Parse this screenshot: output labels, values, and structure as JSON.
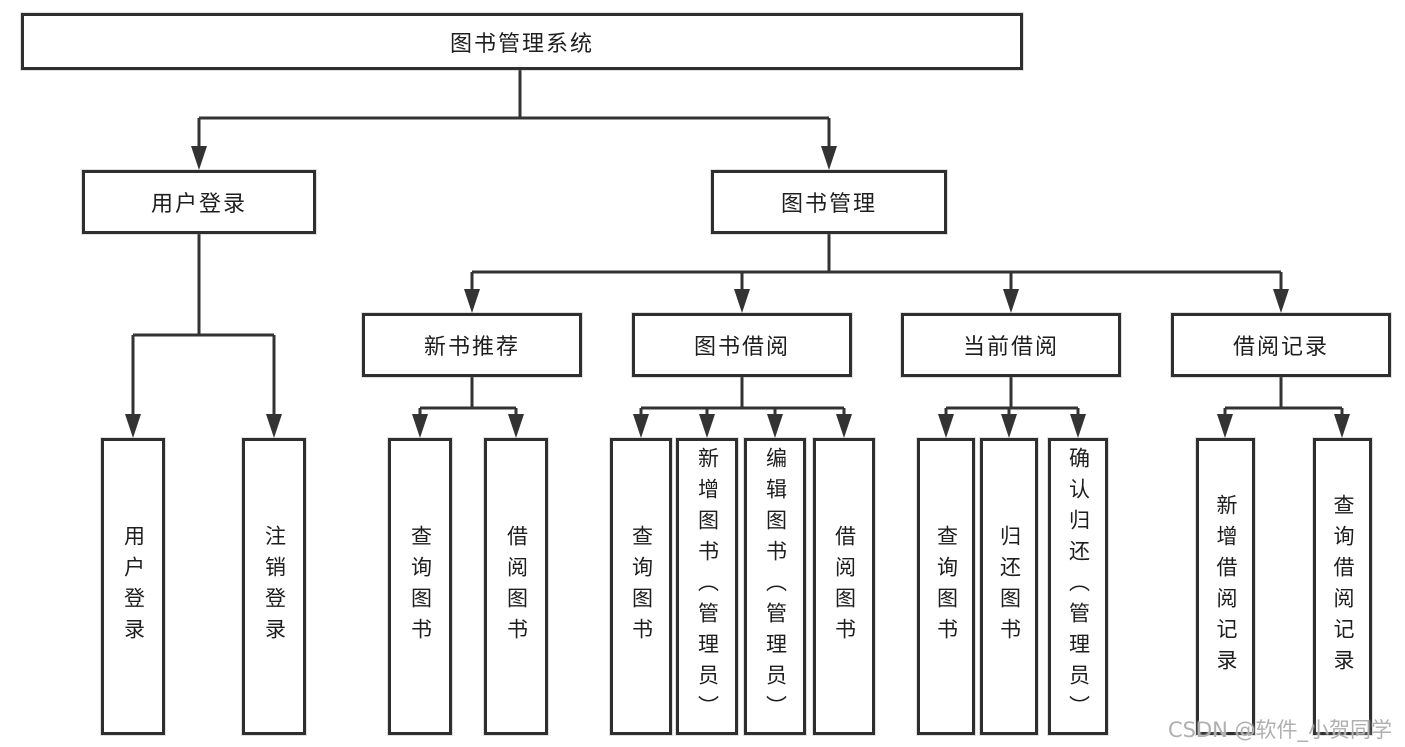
{
  "diagram": {
    "root": {
      "label": "图书管理系统"
    },
    "branches": [
      {
        "label": "用户登录",
        "children": [
          {
            "label": "用户登录"
          },
          {
            "label": "注销登录"
          }
        ]
      },
      {
        "label": "图书管理",
        "children": [
          {
            "label": "新书推荐",
            "children": [
              {
                "label": "查询图书"
              },
              {
                "label": "借阅图书"
              }
            ]
          },
          {
            "label": "图书借阅",
            "children": [
              {
                "label": "查询图书"
              },
              {
                "label": "新增图书（管理员）"
              },
              {
                "label": "编辑图书（管理员）"
              },
              {
                "label": "借阅图书"
              }
            ]
          },
          {
            "label": "当前借阅",
            "children": [
              {
                "label": "查询图书"
              },
              {
                "label": "归还图书"
              },
              {
                "label": "确认归还（管理员）"
              }
            ]
          },
          {
            "label": "借阅记录",
            "children": [
              {
                "label": "新增借阅记录"
              },
              {
                "label": "查询借阅记录"
              }
            ]
          }
        ]
      }
    ]
  },
  "watermark": {
    "text": "CSDN @软件_小贺同学"
  },
  "colors": {
    "line": "#333333",
    "box_border": "#2e2e2e",
    "box_fill": "#ffffff",
    "text": "#1e1e1e",
    "watermark": "#b0b0b0",
    "background": "#ffffff"
  }
}
